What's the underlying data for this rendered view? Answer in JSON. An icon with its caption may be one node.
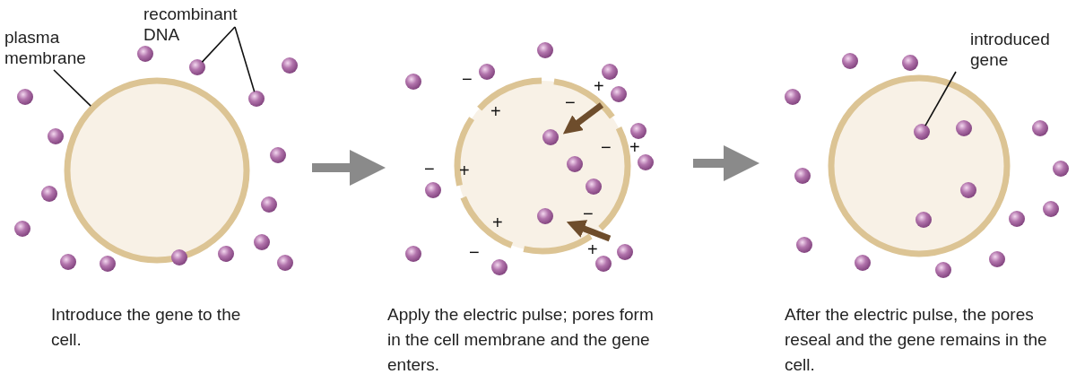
{
  "diagram": {
    "nodes": [
      {
        "text": [],
        "shape": "circle",
        "beside": [
          "Introduce the gene to the cell."
        ]
      },
      {
        "text": [],
        "shape": "circle",
        "beside": [
          "Apply the electric pulse; pores form in the cell membrane and the gene enters."
        ]
      },
      {
        "text": [],
        "shape": "circle",
        "beside": [
          "After the electric pulse, the pores reseal and the gene remains in the cell."
        ]
      },
      {
        "text": [
          "plasma membrane"
        ]
      },
      {
        "text": [
          "recombinant DNA"
        ]
      },
      {
        "text": [],
        "shape": "circle"
      },
      {
        "text": [],
        "shape": "circle"
      },
      {
        "text": [
          "introduced gene"
        ]
      },
      {
        "text": [],
        "shape": "circle",
        "in": 2
      }
    ],
    "edges": [
      {
        "from": 0,
        "to": 1,
        "arrow": "to",
        "style": "thick",
        "color": "#8a8a8a"
      },
      {
        "from": 1,
        "to": 2,
        "arrow": "to",
        "style": "thick",
        "color": "#8a8a8a"
      },
      {
        "from": 3,
        "to": 0,
        "arrow": "none"
      },
      {
        "from": 4,
        "to": 5,
        "arrow": "none"
      },
      {
        "from": 4,
        "to": 6,
        "arrow": "none"
      },
      {
        "from": 7,
        "to": 8,
        "arrow": "none"
      }
    ],
    "labels": [
      "−",
      "+",
      "−",
      "+",
      "−",
      "+",
      "−",
      "+",
      "−",
      "+",
      "+",
      "−"
    ]
  }
}
